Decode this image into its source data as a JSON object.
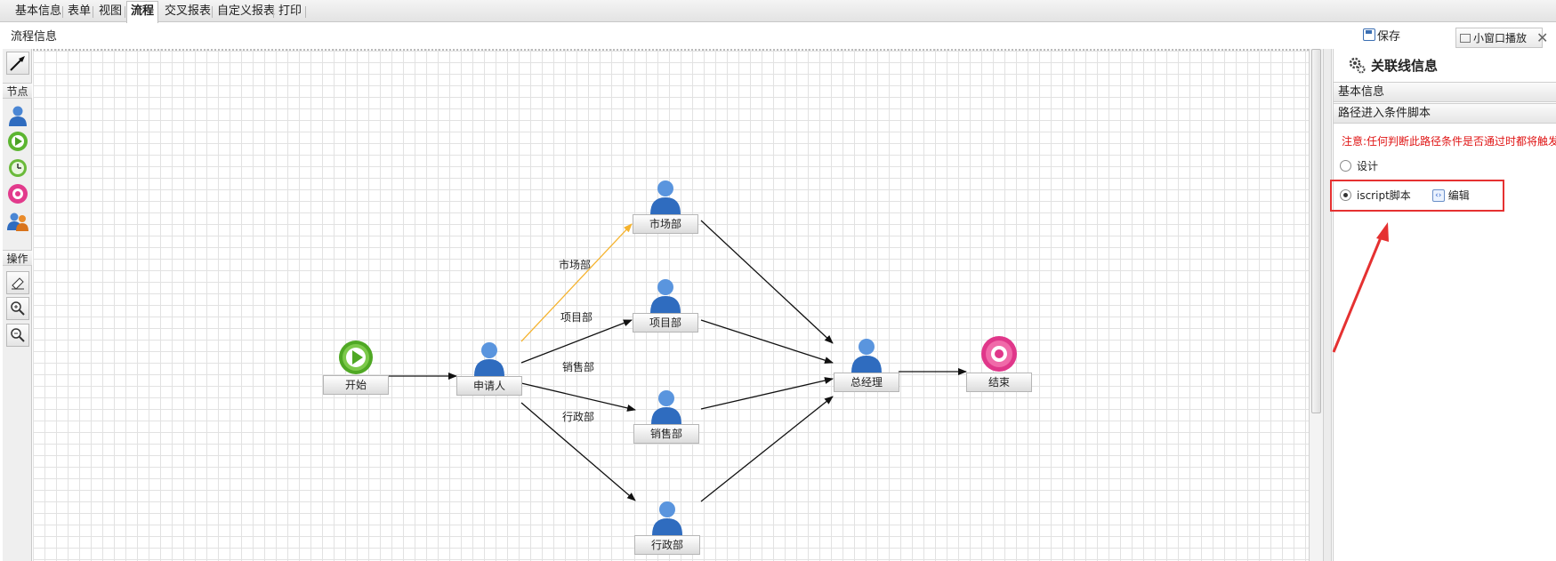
{
  "tabs": [
    {
      "label": "基本信息",
      "active": false
    },
    {
      "label": "表单",
      "active": false
    },
    {
      "label": "视图",
      "active": false
    },
    {
      "label": "流程",
      "active": true
    },
    {
      "label": "交叉报表",
      "active": false
    },
    {
      "label": "自定义报表",
      "active": false
    },
    {
      "label": "打印",
      "active": false
    }
  ],
  "header": {
    "title": "流程信息",
    "save_label": "保存",
    "mini_window_label": "小窗口播放",
    "close_symbol": "✕"
  },
  "toolbox": {
    "nodes_label": "节点",
    "ops_label": "操作",
    "node_tools": [
      "user-node-icon",
      "start-node-icon",
      "timer-node-icon",
      "end-node-icon",
      "multi-user-node-icon"
    ],
    "op_tools": [
      "eraser-icon",
      "zoom-in-icon",
      "zoom-out-icon"
    ]
  },
  "flow": {
    "nodes": {
      "start": "开始",
      "applicant": "申请人",
      "market": "市场部",
      "project": "项目部",
      "sales": "销售部",
      "admin": "行政部",
      "gm": "总经理",
      "end": "结束"
    },
    "edge_labels": {
      "market": "市场部",
      "project": "项目部",
      "sales": "销售部",
      "admin": "行政部"
    },
    "colors": {
      "selected_edge": "#f5b32e",
      "edge": "#111111"
    }
  },
  "panel": {
    "title": "关联线信息",
    "basic_info": "基本信息",
    "script_section": "路径进入条件脚本",
    "notice": "注意:任何判断此路径条件是否通过时都将触发",
    "option_design": "设计",
    "option_script": "iscript脚本",
    "edit_label": "编辑",
    "selected_option": "iscript脚本",
    "highlight_color": "#e53131"
  }
}
